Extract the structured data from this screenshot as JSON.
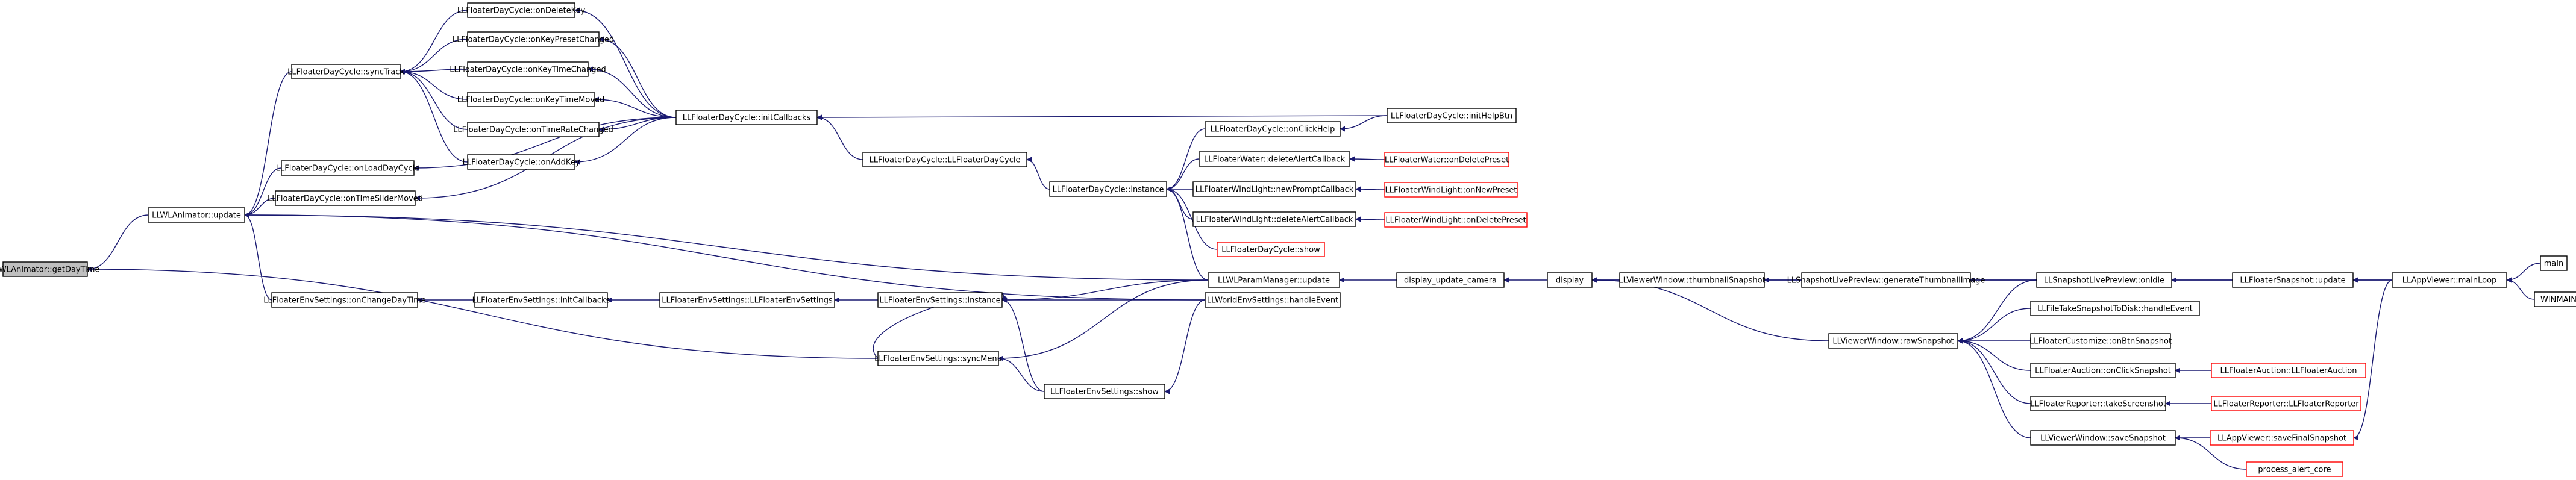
{
  "graph": {
    "nodes": [
      {
        "id": "n0",
        "label": "LLWLAnimator::getDayTime",
        "style": "root"
      },
      {
        "id": "n1",
        "label": "LLWLAnimator::update"
      },
      {
        "id": "n2",
        "label": "LLFloaterEnvSettings::syncMenu"
      },
      {
        "id": "n3",
        "label": "LLFloaterDayCycle::syncTrack"
      },
      {
        "id": "n4",
        "label": "LLFloaterDayCycle::onLoadDayCycle"
      },
      {
        "id": "n5",
        "label": "LLFloaterDayCycle::onTimeSliderMoved"
      },
      {
        "id": "n6",
        "label": "LLFloaterEnvSettings::onChangeDayTime"
      },
      {
        "id": "n7",
        "label": "LLFloaterDayCycle::onDeleteKey"
      },
      {
        "id": "n8",
        "label": "LLFloaterDayCycle::onKeyPresetChanged"
      },
      {
        "id": "n9",
        "label": "LLFloaterDayCycle::onKeyTimeChanged"
      },
      {
        "id": "n10",
        "label": "LLFloaterDayCycle::onKeyTimeMoved"
      },
      {
        "id": "n11",
        "label": "LLFloaterDayCycle::onTimeRateChanged"
      },
      {
        "id": "n12",
        "label": "LLFloaterDayCycle::onAddKey"
      },
      {
        "id": "n13",
        "label": "LLFloaterEnvSettings::initCallbacks"
      },
      {
        "id": "n14",
        "label": "LLFloaterEnvSettings::LLFloaterEnvSettings"
      },
      {
        "id": "n15",
        "label": "LLFloaterDayCycle::initCallbacks"
      },
      {
        "id": "n16",
        "label": "LLFloaterDayCycle::LLFloaterDayCycle"
      },
      {
        "id": "n17",
        "label": "LLFloaterEnvSettings::instance"
      },
      {
        "id": "n18",
        "label": "LLFloaterDayCycle::instance"
      },
      {
        "id": "n19",
        "label": "LLFloaterEnvSettings::show"
      },
      {
        "id": "n20",
        "label": "LLFloaterDayCycle::onClickHelp"
      },
      {
        "id": "n21",
        "label": "LLFloaterWater::deleteAlertCallback"
      },
      {
        "id": "n22",
        "label": "LLFloaterWindLight::newPromptCallback"
      },
      {
        "id": "n23",
        "label": "LLFloaterWindLight::deleteAlertCallback"
      },
      {
        "id": "n24",
        "label": "LLFloaterDayCycle::show",
        "style": "ext"
      },
      {
        "id": "n25",
        "label": "LLWLParamManager::update"
      },
      {
        "id": "n26",
        "label": "LLWorldEnvSettings::handleEvent"
      },
      {
        "id": "n27",
        "label": "LLFloaterDayCycle::initHelpBtn"
      },
      {
        "id": "n28",
        "label": "LLFloaterWater::onDeletePreset",
        "style": "ext"
      },
      {
        "id": "n29",
        "label": "LLFloaterWindLight::onNewPreset",
        "style": "ext"
      },
      {
        "id": "n30",
        "label": "LLFloaterWindLight::onDeletePreset",
        "style": "ext"
      },
      {
        "id": "n31",
        "label": "display_update_camera"
      },
      {
        "id": "n32",
        "label": "display"
      },
      {
        "id": "n33",
        "label": "LLViewerWindow::thumbnailSnapshot"
      },
      {
        "id": "n34",
        "label": "LLViewerWindow::rawSnapshot"
      },
      {
        "id": "n35",
        "label": "LLSnapshotLivePreview::generateThumbnailImage"
      },
      {
        "id": "n36",
        "label": "LLSnapshotLivePreview::onIdle"
      },
      {
        "id": "n37",
        "label": "LLFileTakeSnapshotToDisk::handleEvent"
      },
      {
        "id": "n38",
        "label": "LLFloaterCustomize::onBtnSnapshot"
      },
      {
        "id": "n39",
        "label": "LLFloaterAuction::onClickSnapshot"
      },
      {
        "id": "n40",
        "label": "LLFloaterReporter::takeScreenshot"
      },
      {
        "id": "n41",
        "label": "LLViewerWindow::saveSnapshot"
      },
      {
        "id": "n42",
        "label": "LLFloaterSnapshot::update"
      },
      {
        "id": "n43",
        "label": "LLFloaterAuction::LLFloaterAuction",
        "style": "ext"
      },
      {
        "id": "n44",
        "label": "LLFloaterReporter::LLFloaterReporter",
        "style": "ext"
      },
      {
        "id": "n45",
        "label": "LLAppViewer::saveFinalSnapshot",
        "style": "ext"
      },
      {
        "id": "n46",
        "label": "process_alert_core",
        "style": "ext"
      },
      {
        "id": "n47",
        "label": "LLAppViewer::mainLoop"
      },
      {
        "id": "n48",
        "label": "main"
      },
      {
        "id": "n49",
        "label": "WINMAIN"
      }
    ],
    "edges": [
      [
        "n1",
        "n0"
      ],
      [
        "n2",
        "n0"
      ],
      [
        "n3",
        "n1"
      ],
      [
        "n4",
        "n1"
      ],
      [
        "n5",
        "n1"
      ],
      [
        "n6",
        "n1"
      ],
      [
        "n7",
        "n3"
      ],
      [
        "n8",
        "n3"
      ],
      [
        "n9",
        "n3"
      ],
      [
        "n10",
        "n3"
      ],
      [
        "n11",
        "n3"
      ],
      [
        "n12",
        "n3"
      ],
      [
        "n15",
        "n4"
      ],
      [
        "n15",
        "n5"
      ],
      [
        "n15",
        "n7"
      ],
      [
        "n15",
        "n8"
      ],
      [
        "n15",
        "n9"
      ],
      [
        "n15",
        "n10"
      ],
      [
        "n15",
        "n11"
      ],
      [
        "n15",
        "n12"
      ],
      [
        "n16",
        "n15"
      ],
      [
        "n27",
        "n15"
      ],
      [
        "n18",
        "n16"
      ],
      [
        "n20",
        "n18"
      ],
      [
        "n21",
        "n18"
      ],
      [
        "n22",
        "n18"
      ],
      [
        "n23",
        "n18"
      ],
      [
        "n24",
        "n18"
      ],
      [
        "n25",
        "n18"
      ],
      [
        "n27",
        "n20"
      ],
      [
        "n28",
        "n21"
      ],
      [
        "n29",
        "n22"
      ],
      [
        "n30",
        "n23"
      ],
      [
        "n13",
        "n6"
      ],
      [
        "n14",
        "n13"
      ],
      [
        "n17",
        "n14"
      ],
      [
        "n2",
        "n17"
      ],
      [
        "n19",
        "n17"
      ],
      [
        "n25",
        "n17"
      ],
      [
        "n26",
        "n17"
      ],
      [
        "n19",
        "n2"
      ],
      [
        "n25",
        "n2"
      ],
      [
        "n26",
        "n19"
      ],
      [
        "n25",
        "n1"
      ],
      [
        "n26",
        "n1"
      ],
      [
        "n31",
        "n25"
      ],
      [
        "n32",
        "n31"
      ],
      [
        "n33",
        "n32"
      ],
      [
        "n34",
        "n32"
      ],
      [
        "n47",
        "n32"
      ],
      [
        "n35",
        "n33"
      ],
      [
        "n36",
        "n35"
      ],
      [
        "n36",
        "n34"
      ],
      [
        "n37",
        "n34"
      ],
      [
        "n38",
        "n34"
      ],
      [
        "n39",
        "n34"
      ],
      [
        "n40",
        "n34"
      ],
      [
        "n41",
        "n34"
      ],
      [
        "n42",
        "n36"
      ],
      [
        "n47",
        "n42"
      ],
      [
        "n43",
        "n39"
      ],
      [
        "n44",
        "n40"
      ],
      [
        "n45",
        "n41"
      ],
      [
        "n46",
        "n41"
      ],
      [
        "n47",
        "n45"
      ],
      [
        "n48",
        "n47"
      ],
      [
        "n49",
        "n47"
      ]
    ]
  }
}
